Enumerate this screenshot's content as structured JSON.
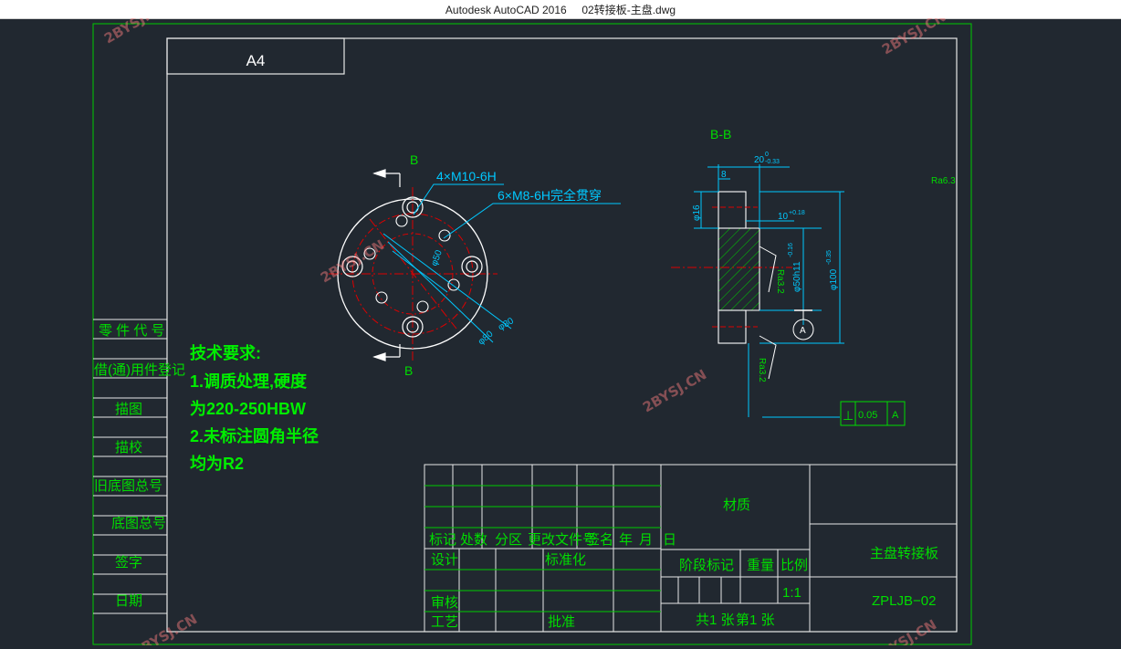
{
  "window": {
    "app_title": "Autodesk AutoCAD 2016",
    "file_name": "02转接板-主盘.dwg"
  },
  "watermark": "2BYSJ.CN",
  "drawing": {
    "paper_size": "A4",
    "section_label": "B",
    "section_title": "B-B",
    "callouts": {
      "thread_1": "4×M10-6H",
      "thread_2": "6×M8-6H完全贯穿"
    },
    "dims_front": {
      "d_inner": "φ80",
      "d_mid": "φ80",
      "d_outer": "φ50"
    },
    "dims_section": {
      "width_total": "20",
      "width_total_tol_up": "0",
      "width_total_tol_low": "-0.33",
      "step": "8",
      "hole_d": "φ16",
      "depth": "10",
      "depth_tol": "+0.18",
      "bore": "φ50h11",
      "bore_tol": "-0.16",
      "outer": "φ100",
      "outer_tol": "-0.35"
    },
    "roughness": {
      "general": "Ra6.3",
      "ra1": "Ra3.2",
      "ra2": "Ra3.2"
    },
    "datum": "A",
    "tolerance": {
      "symbol": "⊥",
      "value": "0.05",
      "datum": "A"
    },
    "tech_req": {
      "title": "技术要求:",
      "line1": "1.调质处理,硬度",
      "line2": "为220-250HBW",
      "line3": "2.未标注圆角半径",
      "line4": "均为R2"
    },
    "left_labels": [
      "零 件 代 号",
      "借(通)用件登记",
      "描图",
      "描校",
      "旧底图总号",
      "底图总号",
      "签字",
      "日期"
    ],
    "title_block": {
      "material_label": "材质",
      "part_name": "主盘转接板",
      "part_code": "ZPLJB−02",
      "rev_header": [
        "标记",
        "处数",
        "分区",
        "更改文件号",
        "签名",
        "年",
        "月",
        "日"
      ],
      "design": "设计",
      "standard": "标准化",
      "check": "审核",
      "process": "工艺",
      "approve": "批准",
      "stage": "阶段标记",
      "weight": "重量",
      "scale_label": "比例",
      "scale": "1:1",
      "sheets_total": "共1 张",
      "sheet_no": "第1 张"
    }
  }
}
